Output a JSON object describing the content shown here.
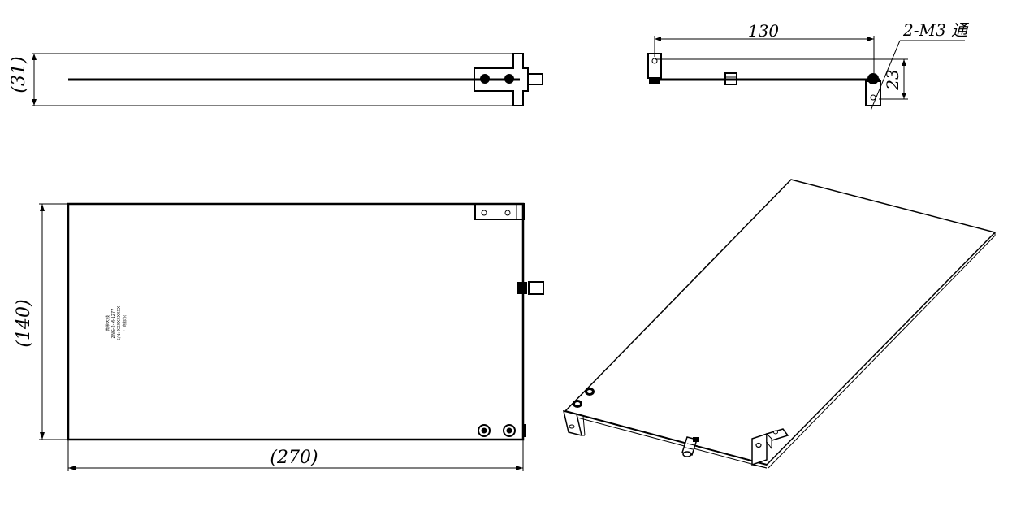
{
  "dimensions": {
    "side_height": "(31)",
    "width": "(270)",
    "height": "(140)",
    "hole_spacing": "130",
    "bracket_height": "23",
    "thread_note": "2-M3 通"
  },
  "plate_label": {
    "line1": "微带天线",
    "line2": "ZNG-2-M-1277",
    "line3": "S/N: XXXXXXXXX",
    "line4": "厂商标识"
  }
}
